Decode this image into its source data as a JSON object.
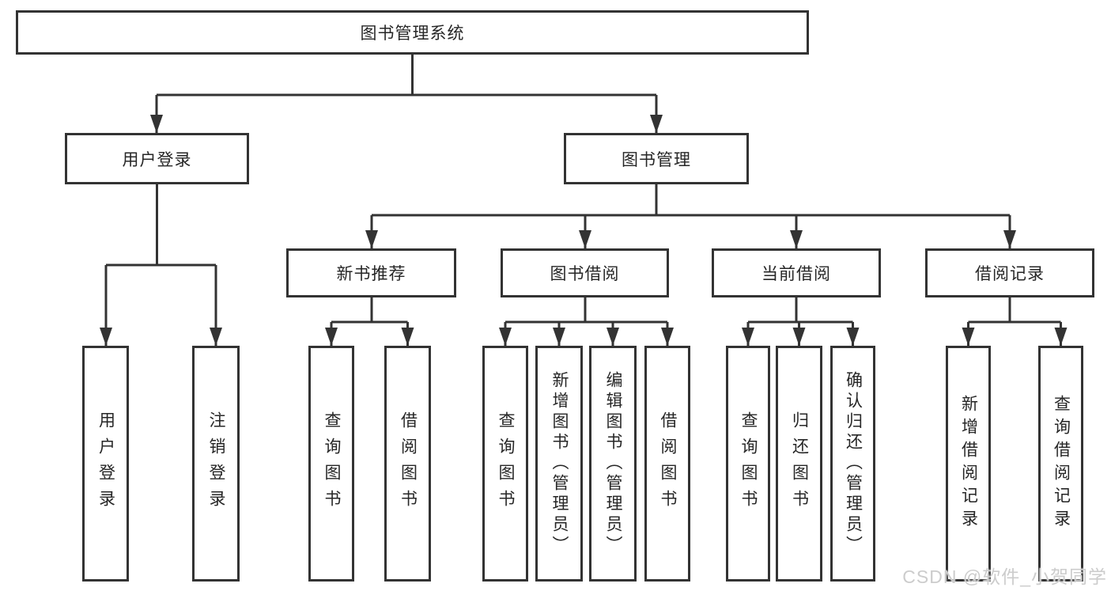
{
  "tree": {
    "root": {
      "label": "图书管理系统"
    },
    "level2": [
      {
        "label": "用户登录"
      },
      {
        "label": "图书管理"
      }
    ],
    "level3": [
      {
        "label": "新书推荐"
      },
      {
        "label": "图书借阅"
      },
      {
        "label": "当前借阅"
      },
      {
        "label": "借阅记录"
      }
    ],
    "leaves": {
      "user_login": [
        {
          "label": "用户登录"
        },
        {
          "label": "注销登录"
        }
      ],
      "new_book_recommend": [
        {
          "label": "查询图书"
        },
        {
          "label": "借阅图书"
        }
      ],
      "book_borrow": [
        {
          "label": "查询图书"
        },
        {
          "label": "新增图书（管理员）"
        },
        {
          "label": "编辑图书（管理员）"
        },
        {
          "label": "借阅图书"
        }
      ],
      "current_borrow": [
        {
          "label": "查询图书"
        },
        {
          "label": "归还图书"
        },
        {
          "label": "确认归还（管理员）"
        }
      ],
      "borrow_record": [
        {
          "label": "新增借阅记录"
        },
        {
          "label": "查询借阅记录"
        }
      ]
    }
  },
  "watermark": {
    "text": "CSDN @软件_小贺同学"
  },
  "colors": {
    "line": "#333333",
    "text": "#262626",
    "watermark": "#cccccc",
    "background": "#ffffff"
  }
}
